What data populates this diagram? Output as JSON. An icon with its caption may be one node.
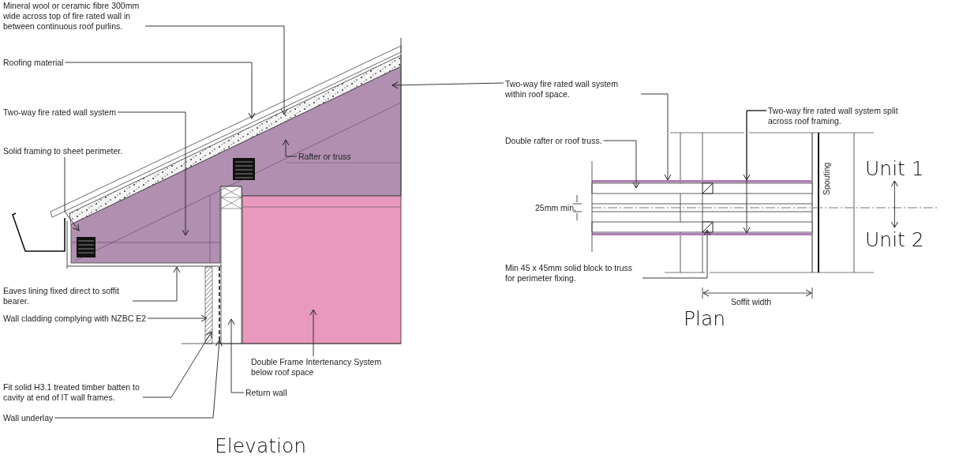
{
  "diagram": {
    "nodes": [
      {
        "text": [
          "Mineral wool or ceramic fibre 300mm wide across top of fire rated wall in between continuous roof purlins."
        ]
      },
      {
        "text": [
          "Roofing material"
        ]
      },
      {
        "text": [
          "Two-way fire rated wall system"
        ]
      },
      {
        "text": [
          "Solid framing to sheet perimeter."
        ]
      },
      {
        "text": [
          "Rafter or truss"
        ]
      },
      {
        "text": [
          "Two-way fire rated wall system within roof space."
        ]
      },
      {
        "text": [
          "Two-way fire rated wall system split across roof framing."
        ]
      },
      {
        "text": [
          "Double rafter or roof truss."
        ]
      },
      {
        "text": [
          "Eaves lining fixed direct to soffit bearer."
        ]
      },
      {
        "text": [
          "Wall cladding complying with NZBC E2"
        ]
      },
      {
        "text": [
          "Double Frame Intertenancy System below roof space"
        ]
      },
      {
        "text": [
          "Fit solid H3.1 treated timber batten to cavity at end of IT wall frames."
        ]
      },
      {
        "text": [
          "Return wall"
        ]
      },
      {
        "text": [
          "Wall underlay"
        ]
      },
      {
        "text": [
          "Min 45 x 45mm solid block to truss for perimeter fixing."
        ]
      },
      {
        "text": [
          "Unit 1"
        ]
      },
      {
        "text": [
          "Unit 2"
        ]
      }
    ],
    "edges": [
      {
        "from": 0,
        "to": null,
        "arrow": "to"
      },
      {
        "from": 1,
        "to": null,
        "arrow": "to"
      },
      {
        "from": 2,
        "to": null,
        "arrow": "to"
      },
      {
        "from": 3,
        "to": null,
        "arrow": "to"
      },
      {
        "from": 4,
        "to": null,
        "arrow": "to"
      },
      {
        "from": 5,
        "to": null,
        "arrow": "to"
      },
      {
        "from": 5,
        "to": null,
        "arrow": "to"
      },
      {
        "from": 6,
        "to": null,
        "arrow": "to"
      },
      {
        "from": 6,
        "to": null,
        "arrow": "to"
      },
      {
        "from": 7,
        "to": null,
        "arrow": "to"
      },
      {
        "from": 8,
        "to": null,
        "arrow": "to"
      },
      {
        "from": 9,
        "to": null,
        "arrow": "to"
      },
      {
        "from": 10,
        "to": null,
        "arrow": "to"
      },
      {
        "from": 11,
        "to": null,
        "arrow": "to"
      },
      {
        "from": 12,
        "to": null,
        "arrow": "to"
      },
      {
        "from": 13,
        "to": null,
        "arrow": "to"
      },
      {
        "from": 14,
        "to": null,
        "arrow": "to"
      },
      {
        "from": 15,
        "to": 16,
        "arrow": "both"
      }
    ],
    "labels": [
      "Spouting",
      "25mm min.",
      "Soffit width",
      "Elevation",
      "Plan"
    ]
  }
}
